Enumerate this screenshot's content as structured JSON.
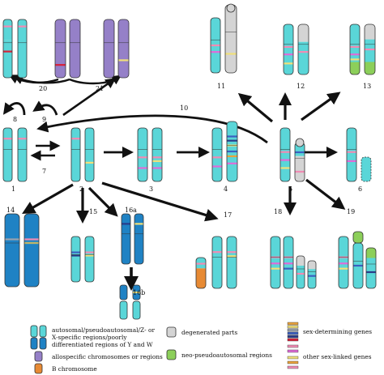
{
  "colors": {
    "autosomal": "#5ad6d8",
    "differentiated": "#1f82c4",
    "allospecific": "#9580c8",
    "bchrom": "#e78a34",
    "degenerated": "#d4d4d4",
    "neo": "#8ccf5a",
    "outline": "#333333",
    "band_yellow": "#f0e07a",
    "band_red": "#d8213a",
    "band_magenta": "#e06bd8",
    "band_blue": "#3c60c0",
    "band_navy": "#2a3c8a",
    "band_pink": "#f08cb4",
    "band_orange": "#e9a23c",
    "band_gray": "#9aa2ae",
    "arrow": "#111111"
  },
  "labels": {
    "n1": "1",
    "n2": "2",
    "n3": "3",
    "n4": "4",
    "n5": "5",
    "n6": "6",
    "n7": "7",
    "n8": "8",
    "n9": "9",
    "n10": "10",
    "n11": "11",
    "n12": "12",
    "n13": "13",
    "n14": "14",
    "n15": "15",
    "n16a": "16a",
    "n16b": "16b",
    "n17": "17",
    "n18": "18",
    "n19": "19",
    "n20": "20",
    "n21": "21"
  },
  "legend": {
    "autosomal_line1": "autosomal/pseudoautosomal/Z- or",
    "autosomal_line2": "X-specific regions/poorly",
    "autosomal_line3": "differentiated regions of Y and W",
    "allospecific": "allospecific chromosomes or regions",
    "bchrom": "B chromosome",
    "degenerated": "degenerated parts",
    "neo": "neo-pseudoautosomal regions",
    "sexdet": "sex-determining genes",
    "othersex": "other sex-linked genes"
  }
}
